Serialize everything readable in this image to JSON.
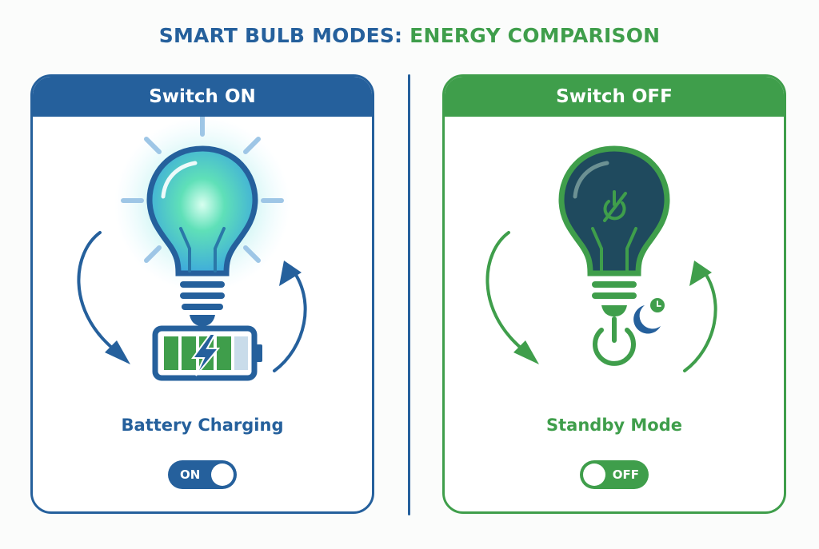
{
  "title": {
    "part1": "SMART BULB MODES:",
    "part2": "ENERGY COMPARISON"
  },
  "colors": {
    "blue": "#25609c",
    "green": "#3f9e4b",
    "bulb_glow": "#5fe0c0",
    "bulb_dark": "#1f4a5e",
    "battery_empty": "#c9dcea"
  },
  "panels": [
    {
      "header": "Switch ON",
      "icon": "glowing-bulb-icon",
      "sub_icon": "battery-charging-icon",
      "label": "Battery Charging",
      "toggle": {
        "label": "ON",
        "state": "on"
      }
    },
    {
      "header": "Switch OFF",
      "icon": "dark-bulb-icon",
      "sub_icon": "power-standby-icon",
      "label": "Standby Mode",
      "toggle": {
        "label": "OFF",
        "state": "off"
      }
    }
  ]
}
